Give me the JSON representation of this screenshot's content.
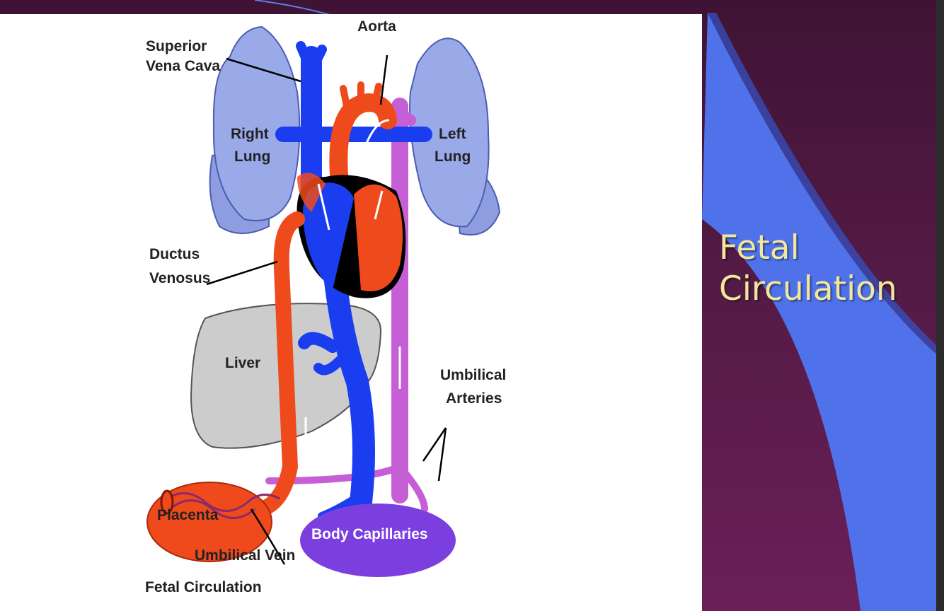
{
  "slide": {
    "title_line1": "Fetal",
    "title_line2": "Circulation"
  },
  "diagram": {
    "labels": {
      "superior_vena_cava_1": "Superior",
      "superior_vena_cava_2": "Vena Cava",
      "aorta": "Aorta",
      "right_lung_1": "Right",
      "right_lung_2": "Lung",
      "left_lung_1": "Left",
      "left_lung_2": "Lung",
      "ductus_venosus_1": "Ductus",
      "ductus_venosus_2": "Venosus",
      "liver": "Liver",
      "umbilical_arteries_1": "Umbilical",
      "umbilical_arteries_2": "Arteries",
      "placenta": "Placenta",
      "body_capillaries": "Body Capillaries",
      "umbilical_vein": "Umbilical Vein"
    },
    "caption": "Fetal Circulation"
  },
  "colors": {
    "venous": "#1a3df0",
    "arterial": "#ee4a1c",
    "umbilical_artery": "#c65fd6",
    "lung": "#9aa9e8",
    "liver": "#cccccc",
    "capillaries": "#7b3fe0",
    "title": "#f2e79a",
    "background": "#531a45",
    "swoosh": "#4c6ee8"
  }
}
